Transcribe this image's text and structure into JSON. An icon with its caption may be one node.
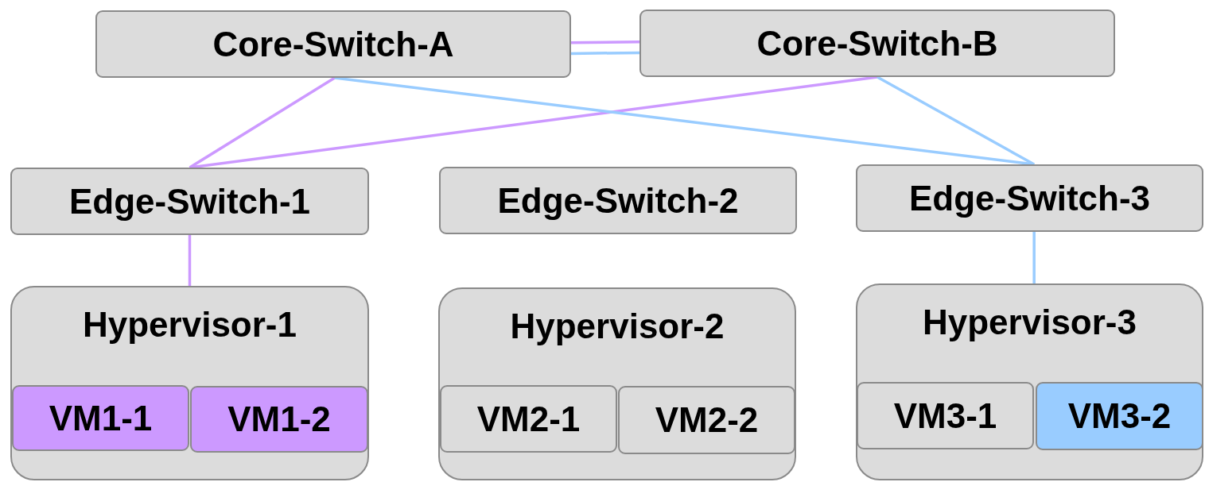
{
  "diagram": {
    "nodes": [
      {
        "text": [
          "Core-Switch-A"
        ]
      },
      {
        "text": [
          "Core-Switch-B"
        ]
      },
      {
        "text": [
          "Edge-Switch-1"
        ]
      },
      {
        "text": [
          "Edge-Switch-2"
        ]
      },
      {
        "text": [
          "Edge-Switch-3"
        ]
      },
      {
        "text": [
          "Hypervisor-1"
        ]
      },
      {
        "text": [
          "VM1-1"
        ],
        "in": 5
      },
      {
        "text": [
          "VM1-2"
        ],
        "in": 5
      },
      {
        "text": [
          "Hypervisor-2"
        ]
      },
      {
        "text": [
          "VM2-1"
        ],
        "in": 8
      },
      {
        "text": [
          "VM2-2"
        ],
        "in": 8
      },
      {
        "text": [
          "Hypervisor-3"
        ]
      },
      {
        "text": [
          "VM3-1"
        ],
        "in": 11
      },
      {
        "text": [
          "VM3-2"
        ],
        "in": 11
      }
    ],
    "edges": [
      {
        "from": 0,
        "to": 1,
        "arrow": "none",
        "color": "#cc99ff"
      },
      {
        "from": 0,
        "to": 1,
        "arrow": "none",
        "color": "#99ccff"
      },
      {
        "from": 0,
        "to": 2,
        "arrow": "none",
        "color": "#cc99ff"
      },
      {
        "from": 1,
        "to": 2,
        "arrow": "none",
        "color": "#cc99ff"
      },
      {
        "from": 0,
        "to": 4,
        "arrow": "none",
        "color": "#99ccff"
      },
      {
        "from": 1,
        "to": 4,
        "arrow": "none",
        "color": "#99ccff"
      },
      {
        "from": 2,
        "to": 5,
        "arrow": "none",
        "color": "#cc99ff"
      },
      {
        "from": 4,
        "to": 11,
        "arrow": "none",
        "color": "#99ccff"
      }
    ]
  }
}
